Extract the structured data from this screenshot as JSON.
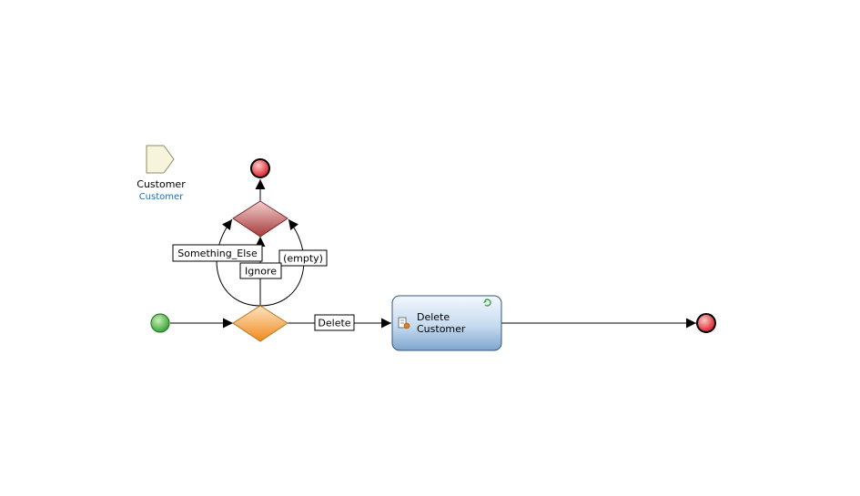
{
  "parameter": {
    "name": "Customer",
    "type": "Customer"
  },
  "activity": {
    "line1": "Delete",
    "line2": "Customer"
  },
  "flow_labels": {
    "delete": "Delete",
    "something_else": "Something_Else",
    "ignore": "Ignore",
    "empty": "(empty)"
  },
  "colors": {
    "start": "#4cb848",
    "end": "#e0262b",
    "split": "#f39a2b",
    "merge": "#b24444",
    "activity_top": "#eef4fb",
    "activity_bottom": "#7ea6cf"
  }
}
